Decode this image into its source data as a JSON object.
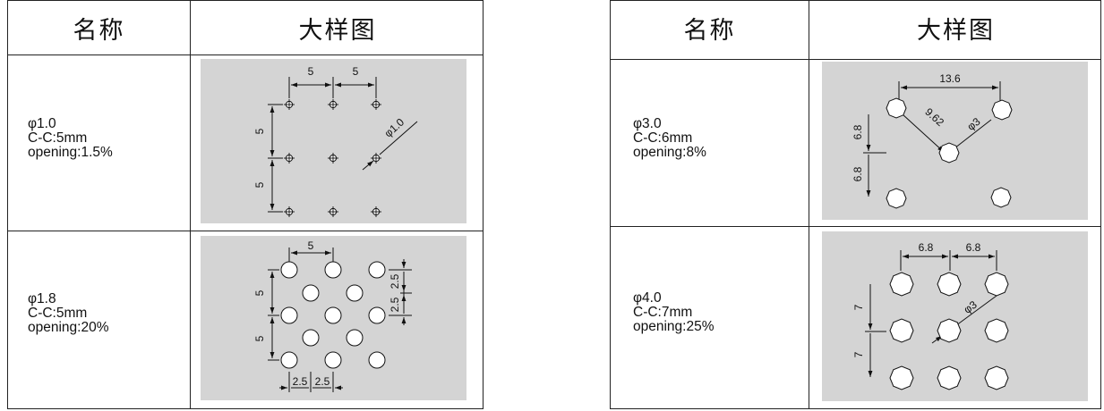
{
  "headers": {
    "name": "名称",
    "drawing": "大样图"
  },
  "rows": [
    {
      "spec": {
        "diameter": "φ1.0",
        "pitch": "C-C:5mm",
        "opening": "opening:1.5%"
      },
      "labels": [
        "5",
        "5",
        "5",
        "5",
        "φ1.0"
      ]
    },
    {
      "spec": {
        "diameter": "φ1.8",
        "pitch": "C-C:5mm",
        "opening": "opening:20%"
      },
      "labels": [
        "5",
        "5",
        "5",
        "2.5",
        "2.5",
        "2.5",
        "2.5"
      ]
    },
    {
      "spec": {
        "diameter": "φ3.0",
        "pitch": "C-C:6mm",
        "opening": "opening:8%"
      },
      "labels": [
        "13.6",
        "9.62",
        "φ3",
        "6.8",
        "6.8"
      ]
    },
    {
      "spec": {
        "diameter": "φ4.0",
        "pitch": "C-C:7mm",
        "opening": "opening:25%"
      },
      "labels": [
        "6.8",
        "6.8",
        "φ3",
        "7",
        "7"
      ]
    }
  ],
  "colors": {
    "panel": "#d4d4d4",
    "line": "#111111"
  }
}
